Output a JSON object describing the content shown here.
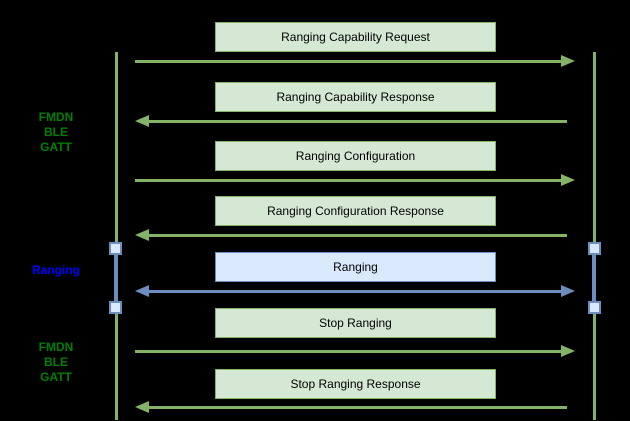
{
  "diagram": {
    "type": "sequence",
    "sections": [
      {
        "label": "FMDN\nBLE\nGATT",
        "color": "#008000"
      },
      {
        "label": "Ranging",
        "color": "#0000ff"
      },
      {
        "label": "FMDN\nBLE\nGATT",
        "color": "#008000"
      }
    ],
    "messages": [
      {
        "label": "Ranging Capability Request",
        "direction": "right",
        "style": "green"
      },
      {
        "label": "Ranging Capability Response",
        "direction": "left",
        "style": "green"
      },
      {
        "label": "Ranging Configuration",
        "direction": "right",
        "style": "green"
      },
      {
        "label": "Ranging Configuration Response",
        "direction": "left",
        "style": "green"
      },
      {
        "label": "Ranging",
        "direction": "both",
        "style": "blue"
      },
      {
        "label": "Stop Ranging",
        "direction": "right",
        "style": "green"
      },
      {
        "label": "Stop Ranging Response",
        "direction": "left",
        "style": "green"
      }
    ],
    "colors": {
      "background": "#000000",
      "green_stroke": "#82b366",
      "green_fill": "#d5e8d4",
      "blue_stroke": "#6c8ebf",
      "blue_fill": "#dae8fc",
      "section_label_green": "#008000",
      "section_label_blue": "#0000ff",
      "message_text": "#000000"
    }
  }
}
